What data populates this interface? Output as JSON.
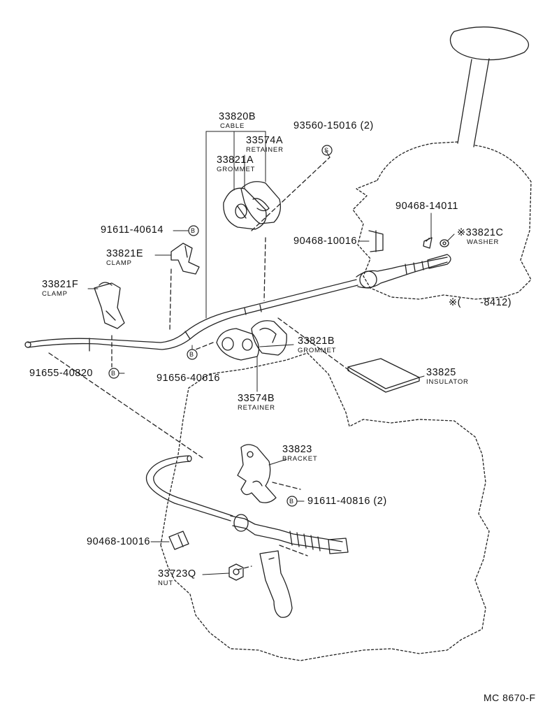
{
  "parts": {
    "cable": {
      "number": "33820B",
      "name": "CABLE"
    },
    "retainer_a": {
      "number": "33574A",
      "name": "RETAINER"
    },
    "grommet_a": {
      "number": "33821A",
      "name": "GROMMET"
    },
    "screw_s": {
      "number": "93560-15016 (2)"
    },
    "pin_top": {
      "number": "90468-14011"
    },
    "clip_upper": {
      "number": "90468-10016"
    },
    "washer": {
      "number": "※33821C",
      "name": "WASHER"
    },
    "bolt_clamp_e": {
      "number": "91611-40614"
    },
    "clamp_e": {
      "number": "33821E",
      "name": "CLAMP"
    },
    "clamp_f": {
      "number": "33821F",
      "name": "CLAMP"
    },
    "bolt_clamp_f": {
      "number": "91655-40820"
    },
    "bolt_grommet_b": {
      "number": "91656-40616"
    },
    "grommet_b": {
      "number": "33821B",
      "name": "GROMMET"
    },
    "retainer_b": {
      "number": "33574B",
      "name": "RETAINER"
    },
    "insulator": {
      "number": "33825",
      "name": "INSULATOR"
    },
    "bracket": {
      "number": "33823",
      "name": "BRACKET"
    },
    "bolt_bracket": {
      "number": "91611-40816 (2)"
    },
    "clip_lower": {
      "number": "90468-10016"
    },
    "nut": {
      "number": "33723Q",
      "name": "NUT"
    }
  },
  "symbols": {
    "s": "S",
    "b": "B"
  },
  "remark": "※(      -8412)",
  "footer_code": "MC 8670-F"
}
